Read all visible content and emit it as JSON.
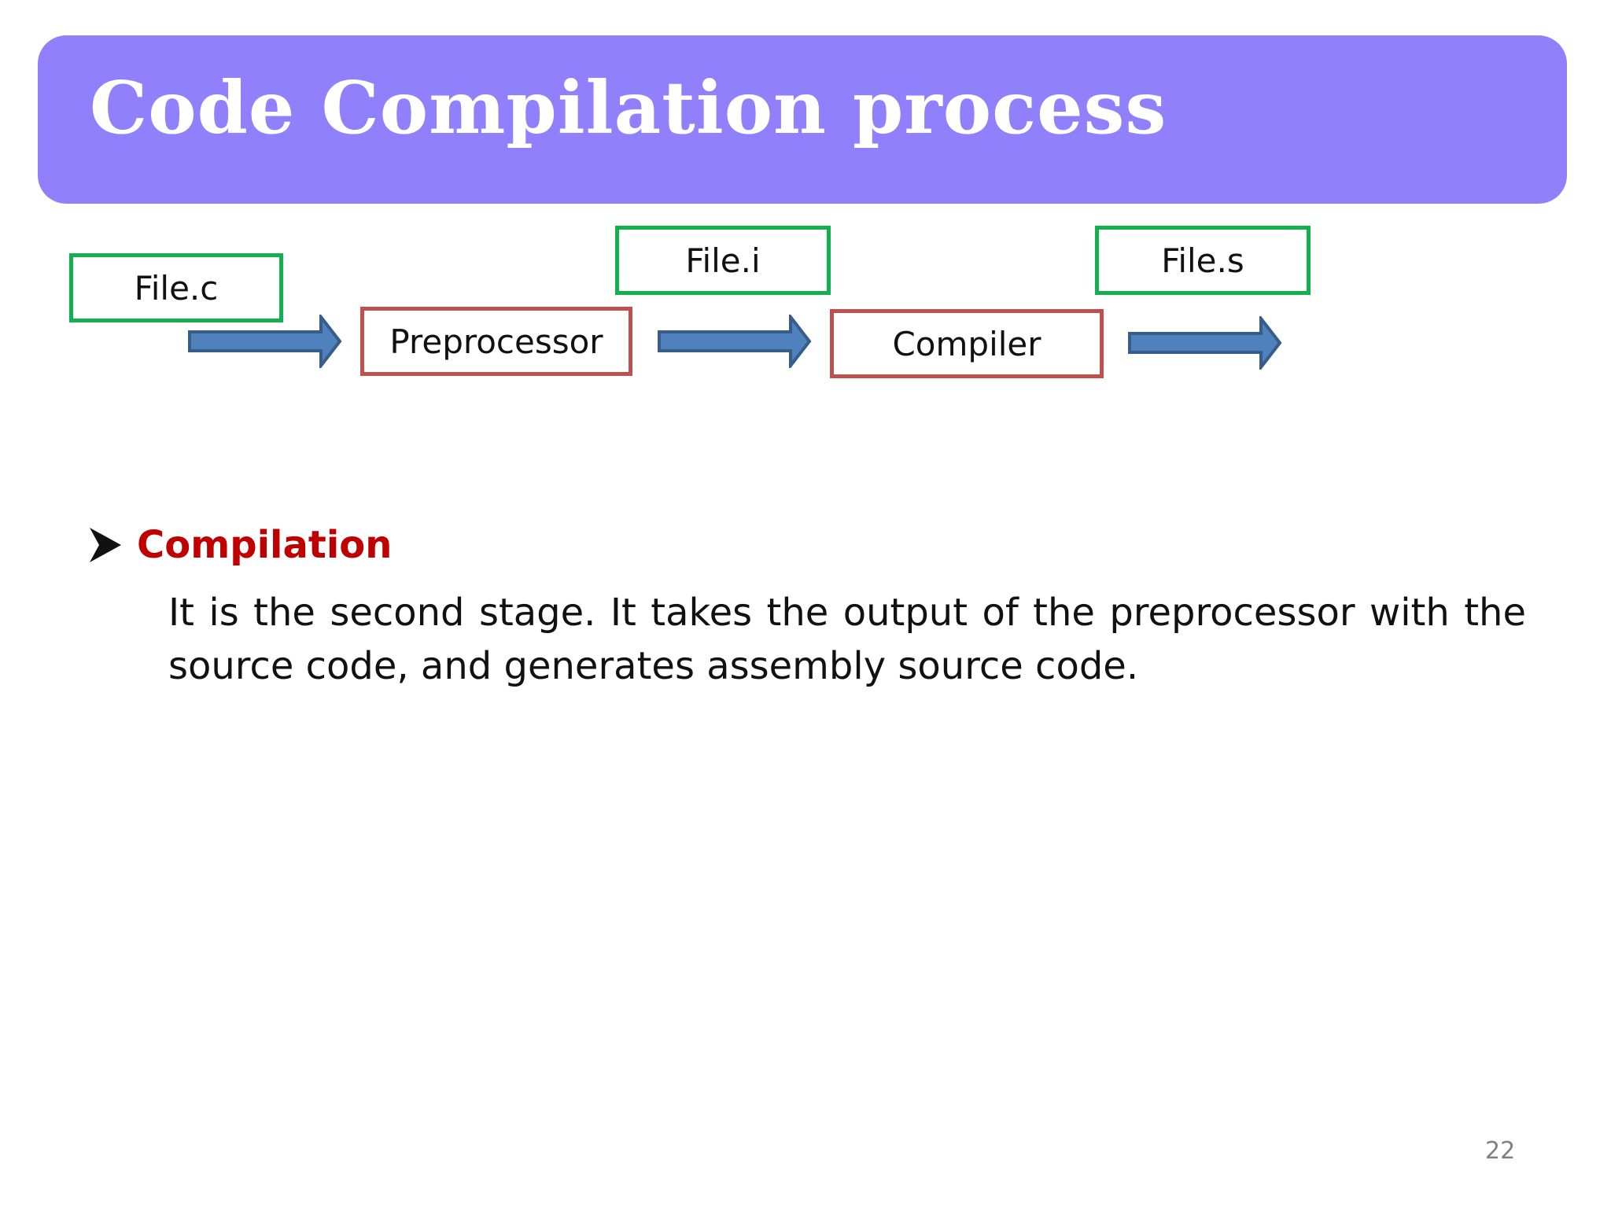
{
  "slide": {
    "title": "Code Compilation process",
    "page_number": "22"
  },
  "diagram": {
    "file_c": "File.c",
    "preprocessor": "Preprocessor",
    "file_i": "File.i",
    "compiler": "Compiler",
    "file_s": "File.s"
  },
  "content": {
    "bullet_heading": "Compilation",
    "body": "It is the second stage. It takes the output of the preprocessor with the source code, and generates assembly source code."
  },
  "colors": {
    "banner": "#9180fc",
    "file_border": "#13b050",
    "stage_border": "#c0504d",
    "arrow_fill": "#4f81bd",
    "arrow_stroke": "#385d8a",
    "heading": "#c00000"
  }
}
